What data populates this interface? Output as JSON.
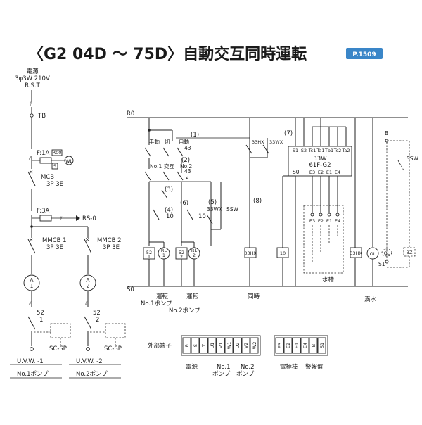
{
  "title": "〈G2 04D ～ 75D〉自動交互同時運転",
  "page_ref": "P.1509",
  "power": {
    "label": "電源",
    "spec": "3φ3W 210V",
    "phases": "R.S.T"
  },
  "left_column": {
    "tb": "TB",
    "fuse1": "F:1A",
    "r00": "R00",
    "s_small": "S",
    "wl": "WL",
    "mcb": "MCB",
    "mcb_spec": "3P 3E",
    "fuse3": "F:3A",
    "rs0": "RS-0",
    "mmcb1": "MMCB  1",
    "mmcb2": "MMCB  2",
    "mmcb_spec": "3P 3E",
    "a1": [
      "A",
      "1"
    ],
    "a2": [
      "A",
      "2"
    ],
    "c52": "52",
    "n1": "1",
    "n2": "2",
    "scsp": "SC-SP",
    "uvw1": "U.V.W. -1",
    "uvw2": "U.V.W. -2",
    "pump1": "No.1ポンプ",
    "pump2": "No.2ポンプ"
  },
  "ladder": {
    "r0": "R0",
    "s0": "S0",
    "shudo": "手動",
    "kiri": "切",
    "jido": "自動",
    "n43": "43",
    "c1": "(1)",
    "c2": "(2)",
    "c3": "(3)",
    "c4": "(4)",
    "c5": "(5)",
    "c6": "(6)",
    "c7": "(7)",
    "c8": "(8)",
    "no1": "No.1",
    "koko": "交互",
    "no2": "No.2",
    "d43": "43",
    "d2": "2",
    "ten": "10",
    "x33wx": "33WX",
    "ssw": "SSW",
    "x33hx": "33HX",
    "r52": "52",
    "r1": "1",
    "rl": "RL",
    "r2": "2",
    "x33hx_coil": "33HX",
    "c10": "10",
    "ol": "OL",
    "bz": "BZ",
    "b": "B",
    "s1": "S1",
    "ssw_right": "SSW",
    "unten1": "運転",
    "pump1": "No.1ポンプ",
    "unten2": "運転",
    "pump2": "No.2ポンプ",
    "doji": "同時",
    "mansui": "満水",
    "suiso": "水槽"
  },
  "relay": {
    "name": "33W",
    "model": "61F-G2",
    "top_terms": [
      "S1",
      "S2",
      "Tc1",
      "Ta1",
      "Tb1",
      "Tc2",
      "Ta2"
    ],
    "bottom_left": "S0",
    "bottom_terms": [
      "E3",
      "E2",
      "E1",
      "E4"
    ],
    "electrodes": [
      "E3",
      "E2",
      "E1",
      "E4"
    ]
  },
  "terminal_block": {
    "label": "外部端子",
    "group1": [
      "R",
      "S",
      "T",
      "U1",
      "V1",
      "W1",
      "U2",
      "V2",
      "W2"
    ],
    "group2": [
      "E3",
      "E2",
      "E1",
      "E4",
      "B",
      "S1"
    ],
    "captions": {
      "power": "電源",
      "no1": "No.1",
      "no1_pump": "ポンプ",
      "no2": "No.2",
      "no2_pump": "ポンプ",
      "electrode": "電極棒",
      "alarm": "警報盤"
    }
  }
}
